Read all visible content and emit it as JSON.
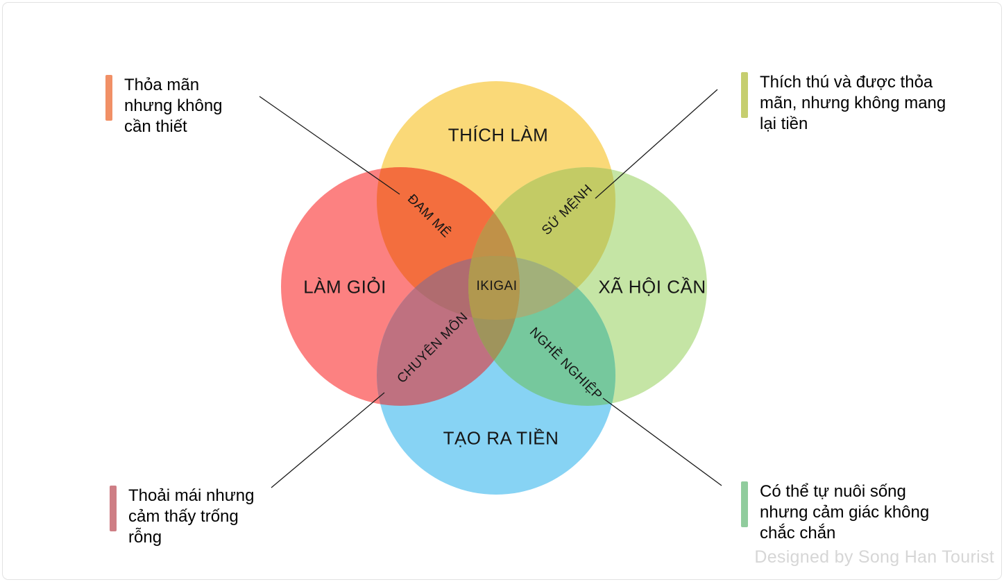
{
  "diagram": {
    "circles": {
      "top": {
        "label": "THÍCH LÀM"
      },
      "left": {
        "label": "LÀM GIỎI"
      },
      "right": {
        "label": "XÃ HỘI CẦN"
      },
      "bottom": {
        "label": "TẠO RA TIỀN"
      }
    },
    "overlaps": {
      "passion": "ĐAM MÊ",
      "mission": "SỨ MỆNH",
      "profession": "CHUYÊN MÔN",
      "vocation": "NGHỀ NGHIỆP",
      "center": "IKIGAI"
    }
  },
  "colors": {
    "yellow_circle": "#FAD978",
    "red_circle": "#FC8181",
    "green_circle": "#C5E5A5",
    "blue_circle": "#87D3F4",
    "overlap_passion": "#F36E3E",
    "overlap_mission": "#C3CB65",
    "overlap_profession": "#BF7180",
    "overlap_vocation": "#76C89D",
    "blend_top_center": "#C09148",
    "blend_left_center": "#B06C6F",
    "blend_right_center": "#A2B07A",
    "blend_bottom_center": "#9F945C",
    "center_ikigai": "#B1984F",
    "line": "#1a1a1a"
  },
  "annotations": {
    "top_left": {
      "bar_color": "#F19066",
      "lines": [
        "Thỏa mãn",
        "nhưng không",
        "cần thiết"
      ]
    },
    "top_right": {
      "bar_color": "#C6CE6F",
      "lines": [
        "Thích thú và được thỏa",
        "mãn, nhưng không mang",
        "lại tiền"
      ]
    },
    "bottom_left": {
      "bar_color": "#CE7E85",
      "lines": [
        "Thoải mái nhưng",
        "cảm thấy trống",
        "rỗng"
      ]
    },
    "bottom_right": {
      "bar_color": "#90CC9D",
      "lines": [
        "Có thể tự nuôi sống",
        "nhưng cảm giác không",
        "chắc chắn"
      ]
    }
  },
  "credit": {
    "text": "Designed by Song Han Tourist",
    "color": "#D6D6D6"
  }
}
